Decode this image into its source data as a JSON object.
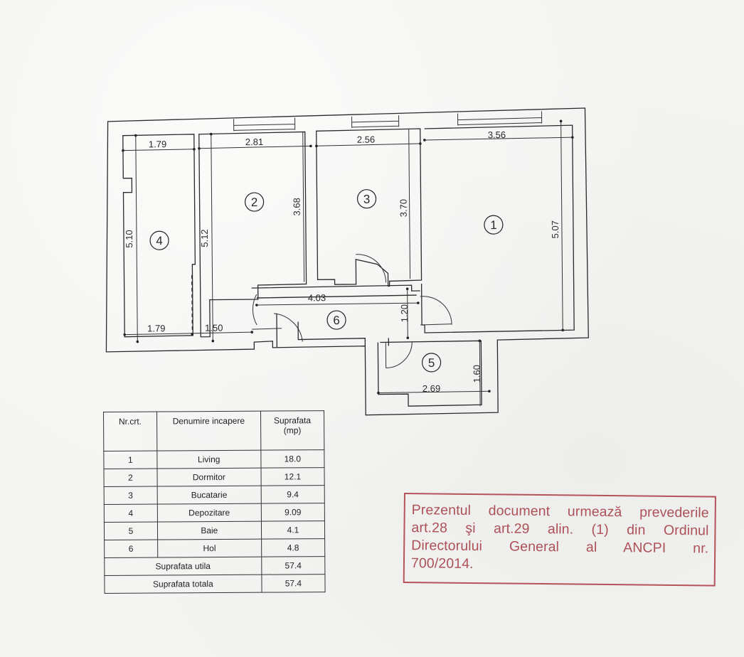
{
  "document": {
    "type": "floor-plan",
    "background_color": "#f4f4f2",
    "line_color": "#2a2a2a"
  },
  "floor_plan": {
    "rooms": [
      {
        "number": "1",
        "name": "Living",
        "width": "3.56",
        "length": "5.07"
      },
      {
        "number": "2",
        "name": "Dormitor",
        "width": "2.81",
        "length": "3.68",
        "side": "5.12"
      },
      {
        "number": "3",
        "name": "Bucatarie",
        "width": "2.56",
        "length": "3.70"
      },
      {
        "number": "4",
        "name": "Depozitare",
        "width_top": "1.79",
        "width_bottom": "1.79",
        "length": "5.10"
      },
      {
        "number": "5",
        "name": "Baie",
        "width": "2.69",
        "length": "1.60"
      },
      {
        "number": "6",
        "name": "Hol",
        "width": "4.03",
        "length": "1.20"
      }
    ],
    "extra_dimensions": {
      "hol_entry_width": "1.50"
    }
  },
  "area_table": {
    "headers": {
      "nr": "Nr.crt.",
      "name": "Denumire incapere",
      "area": "Suprafata\n(mp)",
      "area_line1": "Suprafata",
      "area_line2": "(mp)"
    },
    "rows": [
      {
        "nr": "1",
        "name": "Living",
        "area": "18.0"
      },
      {
        "nr": "2",
        "name": "Dormitor",
        "area": "12.1"
      },
      {
        "nr": "3",
        "name": "Bucatarie",
        "area": "9.4"
      },
      {
        "nr": "4",
        "name": "Depozitare",
        "area": "9.09"
      },
      {
        "nr": "5",
        "name": "Baie",
        "area": "4.1"
      },
      {
        "nr": "6",
        "name": "Hol",
        "area": "4.8"
      }
    ],
    "totals": [
      {
        "label": "Suprafata utila",
        "value": "57.4"
      },
      {
        "label": "Suprafata totala",
        "value": "57.4"
      }
    ]
  },
  "stamp": {
    "color": "#b2454f",
    "lines": [
      "Prezentul document urmează prevederile",
      "art.28  şi art.29 alin. (1) din Ordinul",
      "Directorului  General al  ANCPI nr.",
      "700/2014."
    ]
  }
}
